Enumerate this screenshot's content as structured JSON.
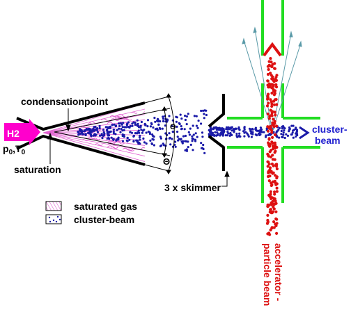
{
  "inlet": {
    "gas_label": "H2",
    "conditions": "p",
    "p_sub": "0",
    "comma": ",",
    "t_label": "T",
    "t_sub": "0"
  },
  "labels": {
    "condensation": "condensationpoint",
    "saturation": "saturation",
    "theta": "Θ",
    "skimmer": "3 x skimmer",
    "cluster_beam_line1": "cluster-",
    "cluster_beam_line2": "beam",
    "accelerator_line1": "accelerator -",
    "accelerator_line2": "particle beam"
  },
  "legend": {
    "saturated_gas": "saturated gas",
    "cluster_beam": "cluster-beam"
  },
  "colors": {
    "nozzle": "#000000",
    "gas_arrow": "#ff00cc",
    "saturated_gas": "#e060d0",
    "cluster_dots": "#1a1aa8",
    "cluster_label": "#1f1fcf",
    "target_chamber": "#22dd22",
    "particle_beam": "#dd1111",
    "scatter_lines": "#5a9aa8"
  }
}
